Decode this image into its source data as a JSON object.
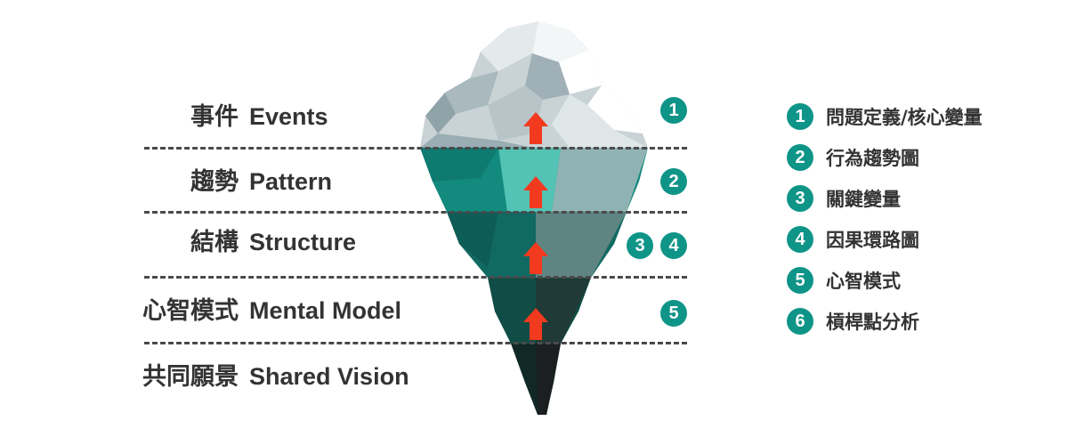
{
  "levels": [
    {
      "zh": "事件",
      "en": "Events"
    },
    {
      "zh": "趨勢",
      "en": "Pattern"
    },
    {
      "zh": "結構",
      "en": "Structure"
    },
    {
      "zh": "心智模式",
      "en": "Mental Model"
    },
    {
      "zh": "共同願景",
      "en": "Shared Vision"
    }
  ],
  "level_badges": [
    "1",
    "2",
    "3",
    "4",
    "5"
  ],
  "legend": [
    {
      "num": "1",
      "text": "問題定義/核心變量"
    },
    {
      "num": "2",
      "text": "行為趨勢圖"
    },
    {
      "num": "3",
      "text": "關鍵變量"
    },
    {
      "num": "4",
      "text": "因果環路圖"
    },
    {
      "num": "5",
      "text": "心智模式"
    },
    {
      "num": "6",
      "text": "槓桿點分析"
    }
  ],
  "colors": {
    "badge": "#0f9488",
    "arrow": "#f23a1e",
    "text": "#333333",
    "divider": "#4a4a4a"
  },
  "icons": {
    "arrow": "arrow-up-icon",
    "iceberg": "iceberg-illustration"
  }
}
